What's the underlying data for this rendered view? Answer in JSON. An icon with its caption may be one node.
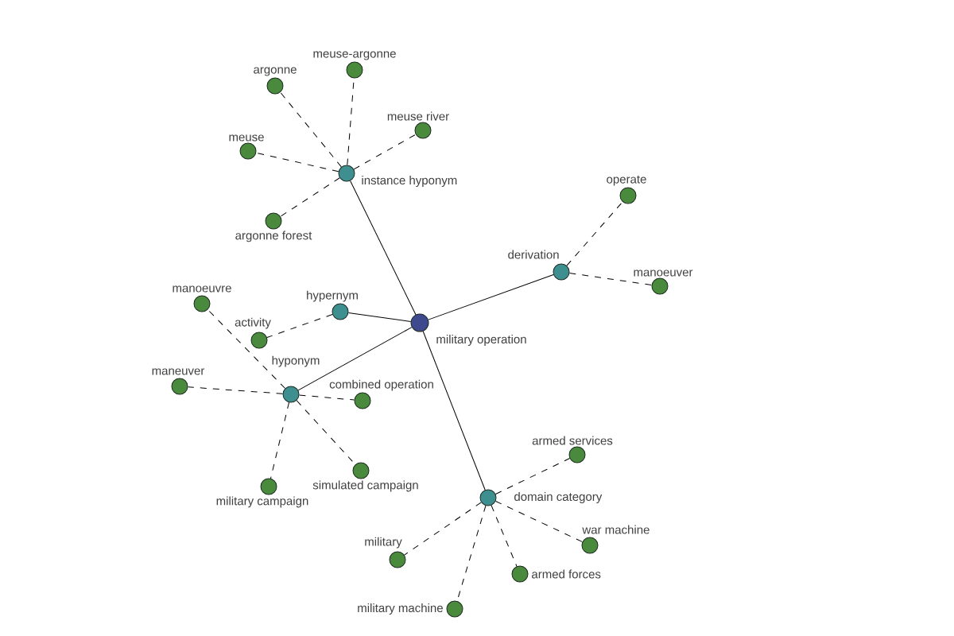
{
  "diagram": {
    "nodes": [
      {
        "text": [
          "military operation"
        ]
      },
      {
        "text": [
          "instance hyponym"
        ]
      },
      {
        "text": [
          "argonne"
        ]
      },
      {
        "text": [
          "meuse-argonne"
        ]
      },
      {
        "text": [
          "meuse river"
        ]
      },
      {
        "text": [
          "meuse"
        ]
      },
      {
        "text": [
          "argonne forest"
        ]
      },
      {
        "text": [
          "derivation"
        ]
      },
      {
        "text": [
          "operate"
        ]
      },
      {
        "text": [
          "manoeuver"
        ]
      },
      {
        "text": [
          "hypernym"
        ]
      },
      {
        "text": [
          "activity"
        ]
      },
      {
        "text": [
          "hyponym"
        ]
      },
      {
        "text": [
          "manoeuvre"
        ]
      },
      {
        "text": [
          "maneuver"
        ]
      },
      {
        "text": [
          "combined operation"
        ]
      },
      {
        "text": [
          "simulated campaign"
        ]
      },
      {
        "text": [
          "military campaign"
        ]
      },
      {
        "text": [
          "domain category"
        ]
      },
      {
        "text": [
          "armed services"
        ]
      },
      {
        "text": [
          "war machine"
        ]
      },
      {
        "text": [
          "armed forces"
        ]
      },
      {
        "text": [
          "military machine"
        ]
      },
      {
        "text": [
          "military"
        ]
      }
    ],
    "edges": [
      {
        "from": 0,
        "to": 1,
        "arrow": "none"
      },
      {
        "from": 0,
        "to": 7,
        "arrow": "none"
      },
      {
        "from": 0,
        "to": 10,
        "arrow": "none"
      },
      {
        "from": 0,
        "to": 12,
        "arrow": "none"
      },
      {
        "from": 0,
        "to": 18,
        "arrow": "none"
      },
      {
        "from": 1,
        "to": 2,
        "arrow": "none",
        "style": "dashed"
      },
      {
        "from": 1,
        "to": 3,
        "arrow": "none",
        "style": "dashed"
      },
      {
        "from": 1,
        "to": 4,
        "arrow": "none",
        "style": "dashed"
      },
      {
        "from": 1,
        "to": 5,
        "arrow": "none",
        "style": "dashed"
      },
      {
        "from": 1,
        "to": 6,
        "arrow": "none",
        "style": "dashed"
      },
      {
        "from": 7,
        "to": 8,
        "arrow": "none",
        "style": "dashed"
      },
      {
        "from": 7,
        "to": 9,
        "arrow": "none",
        "style": "dashed"
      },
      {
        "from": 10,
        "to": 11,
        "arrow": "none",
        "style": "dashed"
      },
      {
        "from": 12,
        "to": 13,
        "arrow": "none",
        "style": "dashed"
      },
      {
        "from": 12,
        "to": 14,
        "arrow": "none",
        "style": "dashed"
      },
      {
        "from": 12,
        "to": 15,
        "arrow": "none",
        "style": "dashed"
      },
      {
        "from": 12,
        "to": 16,
        "arrow": "none",
        "style": "dashed"
      },
      {
        "from": 12,
        "to": 17,
        "arrow": "none",
        "style": "dashed"
      },
      {
        "from": 18,
        "to": 19,
        "arrow": "none",
        "style": "dashed"
      },
      {
        "from": 18,
        "to": 20,
        "arrow": "none",
        "style": "dashed"
      },
      {
        "from": 18,
        "to": 21,
        "arrow": "none",
        "style": "dashed"
      },
      {
        "from": 18,
        "to": 22,
        "arrow": "none",
        "style": "dashed"
      },
      {
        "from": 18,
        "to": 23,
        "arrow": "none",
        "style": "dashed"
      }
    ]
  }
}
